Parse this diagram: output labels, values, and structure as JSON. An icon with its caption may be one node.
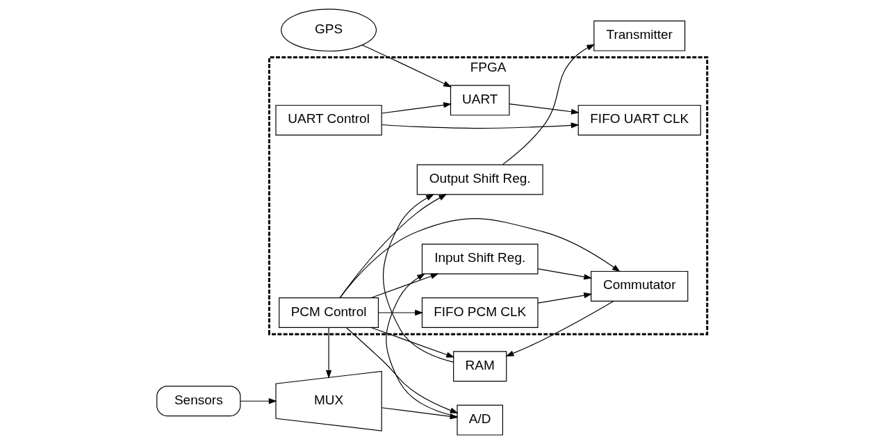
{
  "diagram": {
    "nodes": [
      {
        "text": [
          "FPGA"
        ]
      },
      {
        "text": [
          "GPS"
        ]
      },
      {
        "text": [
          "UART"
        ],
        "in": 0
      },
      {
        "text": [
          "FIFO UART CLK"
        ],
        "in": 0
      },
      {
        "text": [
          "FIFO PCM CLK"
        ],
        "in": 0
      },
      {
        "text": [
          "Output Shift Reg."
        ],
        "in": 0
      },
      {
        "text": [
          "Transmitter"
        ]
      },
      {
        "text": [
          "UART Control"
        ],
        "in": 0
      },
      {
        "text": [
          "Sensors"
        ]
      },
      {
        "text": [
          "PCM Control"
        ],
        "in": 0
      },
      {
        "text": [
          "RAM"
        ]
      },
      {
        "text": [
          "MUX"
        ]
      },
      {
        "text": [
          "A/D"
        ]
      },
      {
        "text": [
          "Input Shift Reg."
        ],
        "in": 0
      },
      {
        "text": [
          "Commutator"
        ],
        "in": 0
      }
    ],
    "edges": [
      {
        "from": 1,
        "to": 2,
        "arrow": "to"
      },
      {
        "from": 2,
        "to": 3,
        "arrow": "to"
      },
      {
        "from": 7,
        "to": 2,
        "arrow": "to"
      },
      {
        "from": 7,
        "to": 3,
        "arrow": "to"
      },
      {
        "from": 9,
        "to": 4,
        "arrow": "to"
      },
      {
        "from": 4,
        "to": 14,
        "arrow": "to"
      },
      {
        "from": 5,
        "to": 6,
        "arrow": "to"
      },
      {
        "from": 10,
        "to": 5,
        "arrow": "to"
      },
      {
        "from": 8,
        "to": 11,
        "arrow": "to"
      },
      {
        "from": 11,
        "to": 12,
        "arrow": "to"
      },
      {
        "from": 12,
        "to": 13,
        "arrow": "to"
      },
      {
        "from": 13,
        "to": 14,
        "arrow": "to"
      },
      {
        "from": 9,
        "to": 13,
        "arrow": "to"
      },
      {
        "from": 9,
        "to": 11,
        "arrow": "to"
      },
      {
        "from": 9,
        "to": 12,
        "arrow": "to"
      },
      {
        "from": 9,
        "to": 5,
        "arrow": "to"
      },
      {
        "from": 9,
        "to": 14,
        "arrow": "to"
      },
      {
        "from": 9,
        "to": 10,
        "arrow": "to"
      },
      {
        "from": 14,
        "to": 10,
        "arrow": "to"
      }
    ]
  }
}
